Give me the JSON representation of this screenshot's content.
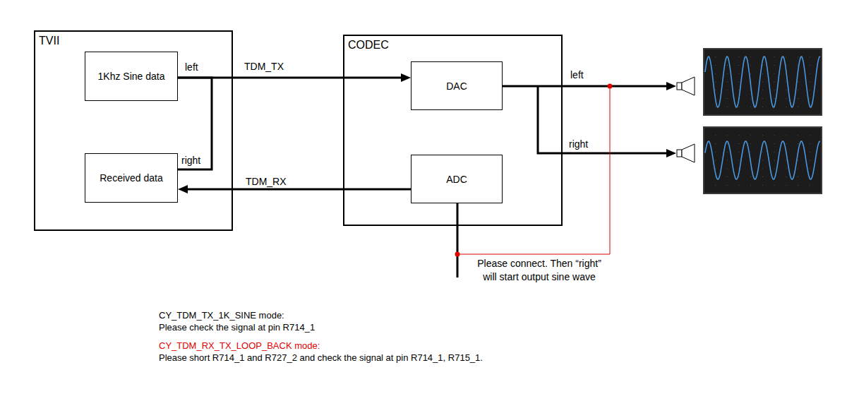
{
  "diagram": {
    "nodes": [
      {
        "text": [
          "TVII"
        ]
      },
      {
        "text": [
          "1Khz Sine data"
        ],
        "in": 0
      },
      {
        "text": [
          "Received data"
        ],
        "in": 0
      },
      {
        "text": [
          "CODEC"
        ]
      },
      {
        "text": [
          "DAC"
        ],
        "in": 3
      },
      {
        "text": [
          "ADC"
        ],
        "in": 3
      }
    ],
    "edges": [
      {
        "from": 1,
        "to": 4,
        "label": "TDM_TX",
        "arrow": "to"
      },
      {
        "from": 1,
        "to": 2,
        "arrow": "none"
      },
      {
        "from": 5,
        "to": 2,
        "label": "TDM_RX",
        "arrow": "to"
      }
    ],
    "labels": [
      "left",
      "right",
      "left",
      "right",
      "Please connect. Then “right” will start output sine wave",
      "CY_TDM_TX_1K_SINE mode:",
      "Please check the signal at pin R714_1",
      "CY_TDM_RX_TX_LOOP_BACK mode:",
      "Please short R714_1 and R727_2 and check the signal at pin R714_1, R715_1."
    ]
  }
}
